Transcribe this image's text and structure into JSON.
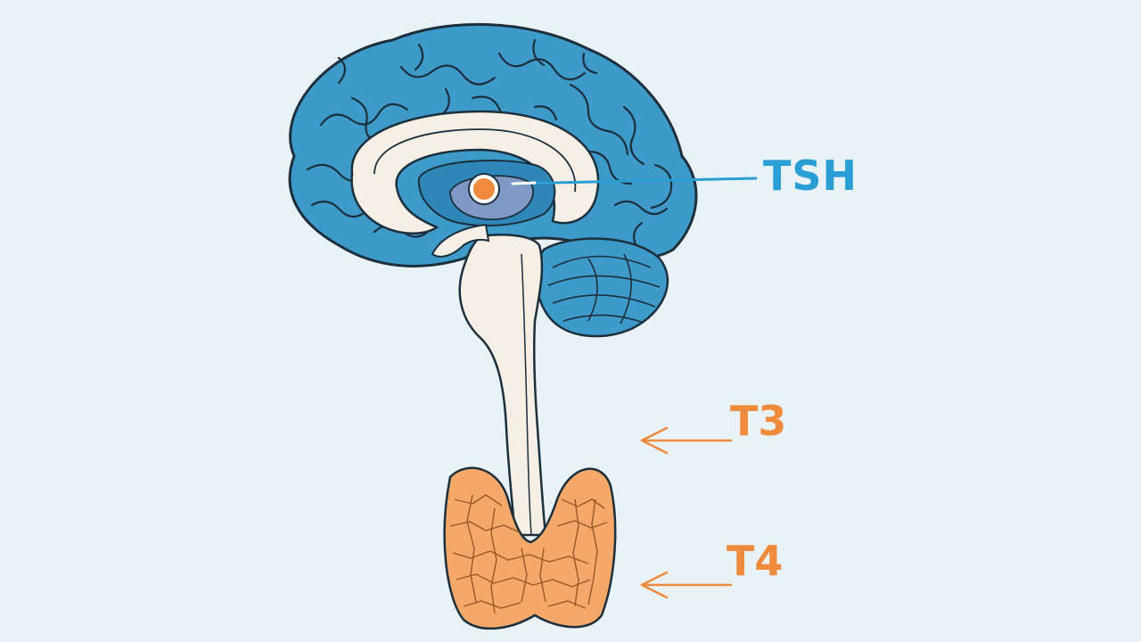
{
  "labels": {
    "tsh": "TSH",
    "t3": "T3",
    "t4": "T4"
  },
  "icons": {
    "brain": "brain-illustration",
    "thyroid": "thyroid-gland-illustration",
    "pituitary": "pituitary-gland-dot"
  },
  "colors": {
    "background": "#e9f2f6",
    "brain_fill": "#3e9ac9",
    "outline": "#1c2f3d",
    "tsh_text": "#2a9fd6",
    "tsh_line": "#2a9fd6",
    "hormone_text": "#f08a3c",
    "arrow": "#f08a3c",
    "thyroid_fill": "#f4a86a",
    "stem_fill": "#f5efe6",
    "pituitary_fill": "#f08a3c"
  }
}
